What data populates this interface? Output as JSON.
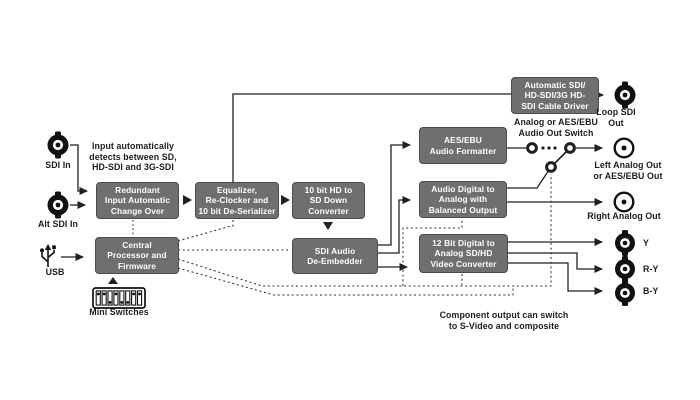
{
  "colors": {
    "box_fill": "#6f6f6f",
    "box_border": "#4c4c4c",
    "line": "#231f20",
    "dashed_line": "#2e2e2e",
    "box_text": "#ffffff",
    "label_text": "#1c1c1c"
  },
  "inputs": {
    "sdi_in": "SDI In",
    "alt_sdi_in": "Alt SDI In",
    "usb": "USB",
    "mini_switches": "Mini Switches"
  },
  "blocks": {
    "redundant": "Redundant\nInput Automatic\nChange Over",
    "equalizer": "Equalizer,\nRe-Clocker and\n10 bit De-Serializer",
    "down_converter": "10 bit HD to\nSD Down\nConverter",
    "central": "Central\nProcessor and\nFirmware",
    "de_embedder": "SDI Audio\nDe-Embedder",
    "formatter": "AES/EBU\nAudio Formatter",
    "audio_dac": "Audio Digital to\nAnalog with\nBalanced Output",
    "video_dac": "12 Bit Digital to\nAnalog SD/HD\nVideo Converter",
    "cable_driver": "Automatic SDI/\nHD-SDI/3G HD-\nSDI Cable Driver"
  },
  "notes": {
    "input_detect": "Input automatically\ndetects between SD,\nHD-SDI and 3G-SDI",
    "audio_switch": "Analog or AES/EBU\nAudio Out Switch",
    "component": "Component output can switch\nto S-Video and composite"
  },
  "outputs": {
    "loop_sdi": "Loop SDI\nOut",
    "left_analog": "Left Analog Out\nor AES/EBU Out",
    "right_analog": "Right Analog Out",
    "y": "Y",
    "ry": "R-Y",
    "by": "B-Y"
  }
}
